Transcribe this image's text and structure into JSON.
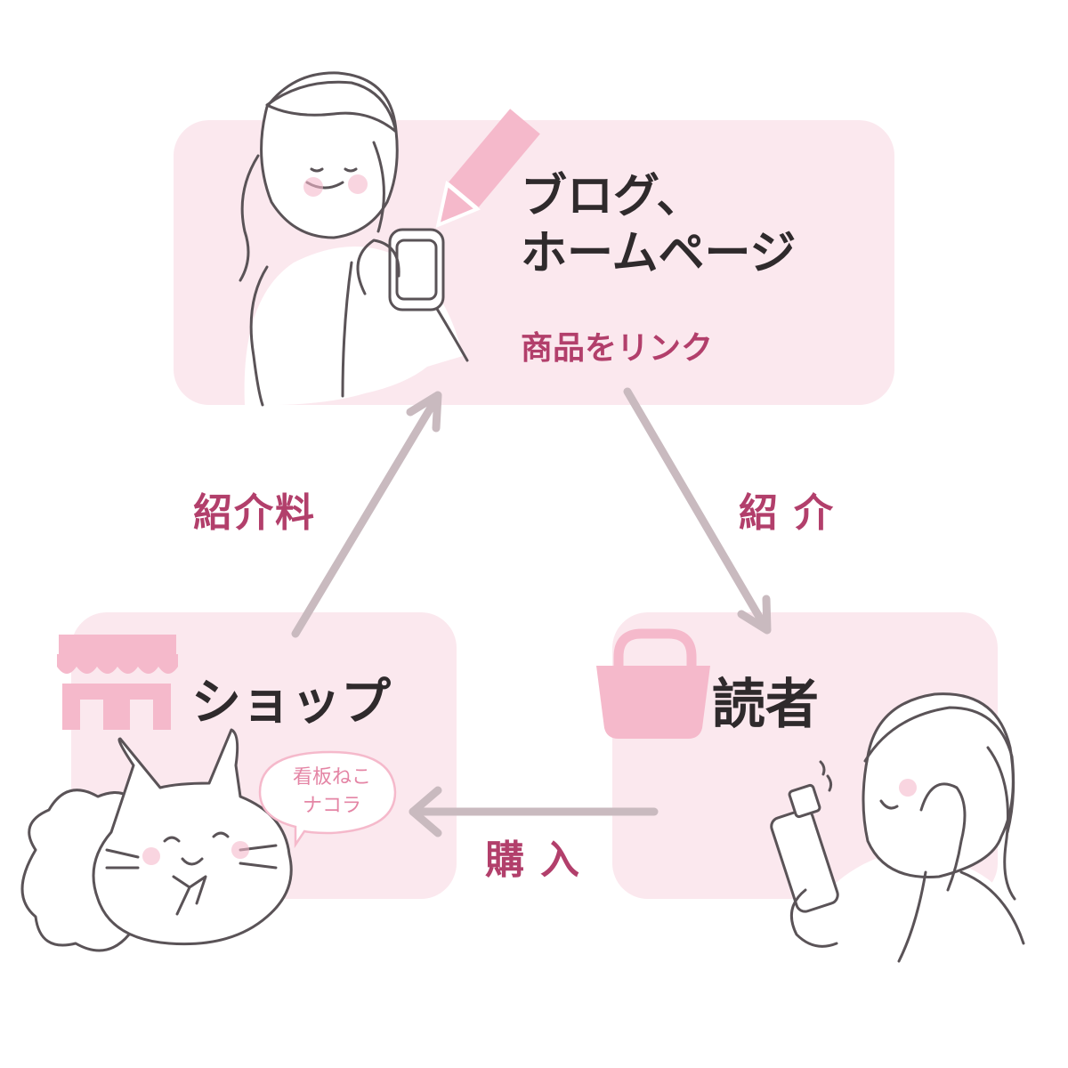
{
  "colors": {
    "box_fill": "#fbe8ee",
    "accent_pink": "#f5b9cb",
    "label_magenta": "#b23f6b",
    "arrow_gray": "#c9babf",
    "title_text": "#2f2a2c"
  },
  "nodes": {
    "blog": {
      "title_line1": "ブログ、",
      "title_line2": "ホームページ",
      "subtitle": "商品をリンク",
      "icon": "pencil-icon"
    },
    "shop": {
      "title": "ショップ",
      "icon": "storefront-icon",
      "bubble_line1": "看板ねこ",
      "bubble_line2": "ナコラ"
    },
    "reader": {
      "title": "読者",
      "icon": "shopping-bag-icon"
    }
  },
  "edges": {
    "blog_to_reader": "紹介",
    "reader_to_shop": "購入",
    "shop_to_blog": "紹介料"
  }
}
